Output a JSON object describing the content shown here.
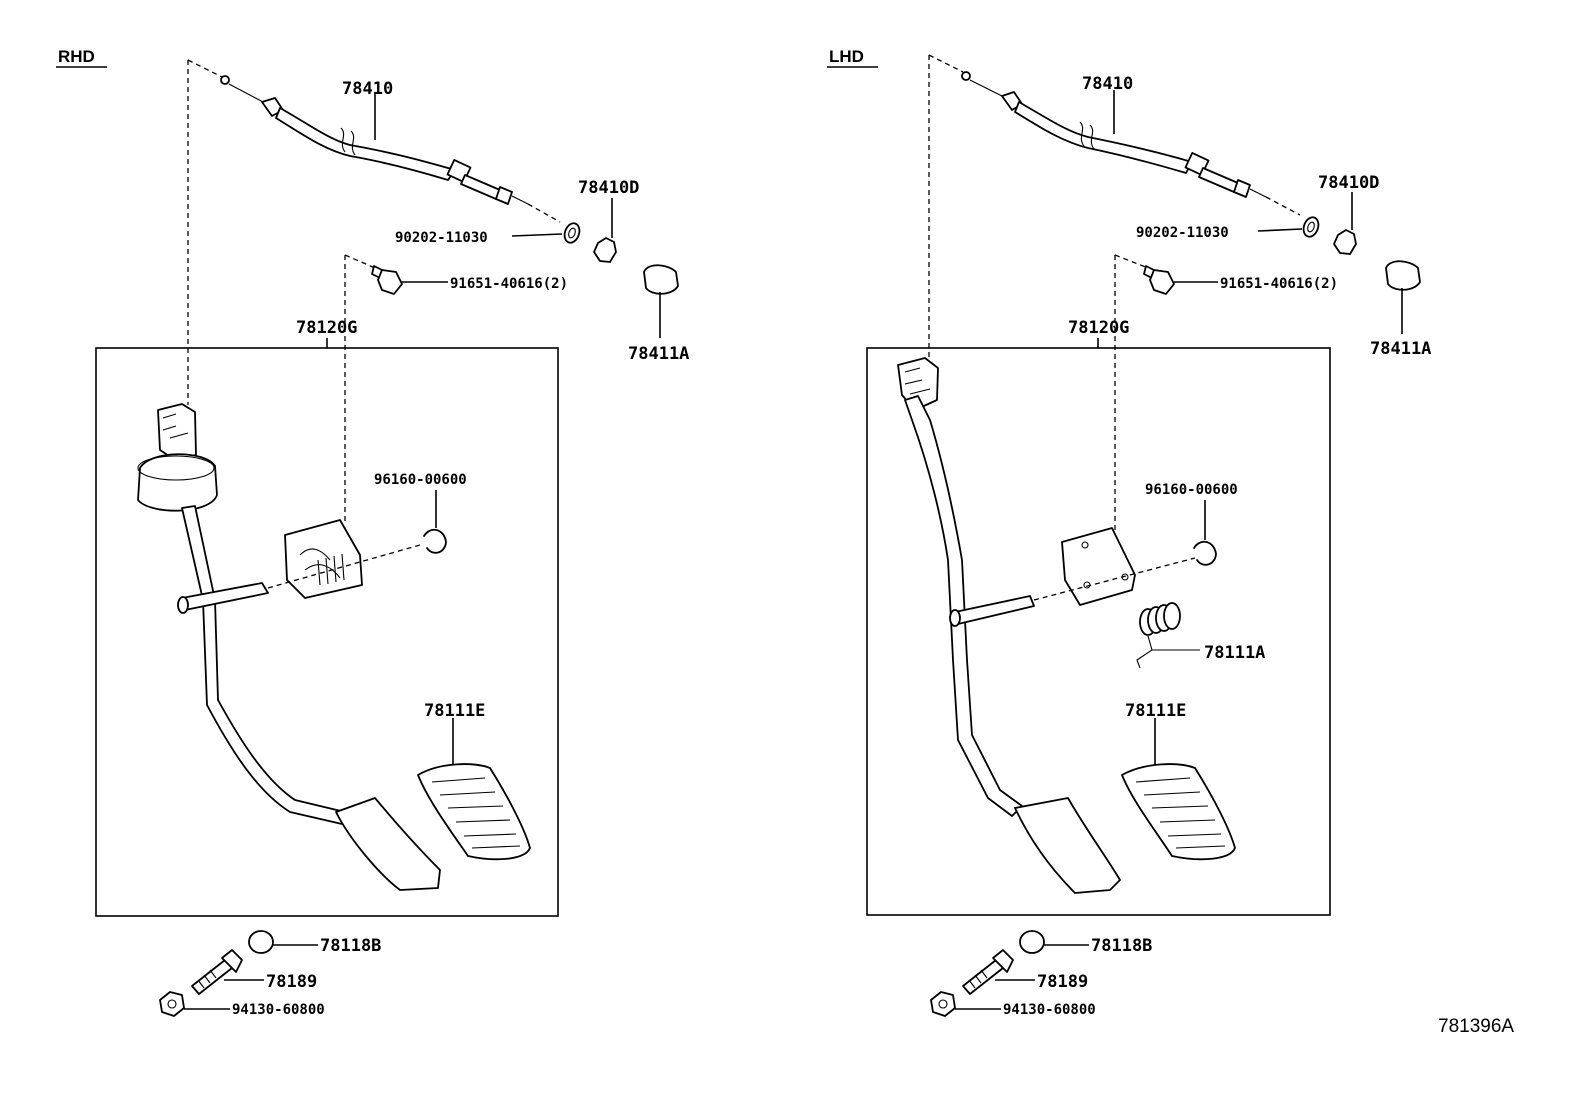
{
  "diagram": {
    "ref_code": "781396A",
    "rhd": {
      "heading": "RHD",
      "labels": {
        "cable": "78410",
        "grommet": "78410D",
        "washer": "90202-11030",
        "bolt": "91651-40616(2)",
        "clamp": "78411A",
        "assy": "78120G",
        "ring": "96160-00600",
        "pad": "78111E",
        "stopper": "78118B",
        "stud": "78189",
        "nut": "94130-60800"
      }
    },
    "lhd": {
      "heading": "LHD",
      "labels": {
        "cable": "78410",
        "grommet": "78410D",
        "washer": "90202-11030",
        "bolt": "91651-40616(2)",
        "clamp": "78411A",
        "assy": "78120G",
        "ring": "96160-00600",
        "spring": "78111A",
        "pad": "78111E",
        "stopper": "78118B",
        "stud": "78189",
        "nut": "94130-60800"
      }
    }
  }
}
